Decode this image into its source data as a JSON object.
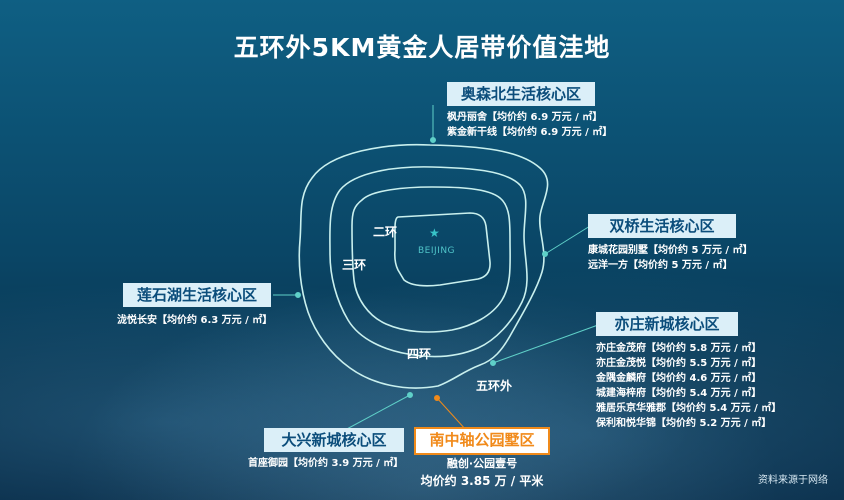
{
  "title": "五环外5KM黄金人居带价值洼地",
  "map": {
    "center_label": "BEIJING",
    "ring_labels": {
      "ring2": "二环",
      "ring3": "三环",
      "ring4": "四环",
      "outside5": "五环外"
    }
  },
  "zones": {
    "aosen": {
      "name": "奥森北生活核心区",
      "items": [
        "枫丹丽舍【均价约 6.9 万元 / ㎡】",
        "紫金新干线【均价约 6.9 万元 / ㎡】"
      ]
    },
    "shuangqiao": {
      "name": "双桥生活核心区",
      "items": [
        "康城花园别墅【均价约 5 万元 / ㎡】",
        "远洋一方【均价约 5 万元 / ㎡】"
      ]
    },
    "lianshihu": {
      "name": "莲石湖生活核心区",
      "items": [
        "泷悦长安【均价约 6.3 万元 / ㎡】"
      ]
    },
    "yizhuang": {
      "name": "亦庄新城核心区",
      "items": [
        "亦庄金茂府【均价约 5.8 万元 / ㎡】",
        "亦庄金茂悦【均价约 5.5 万元 / ㎡】",
        "金隅金麟府【均价约 4.6 万元 / ㎡】",
        "城建海梓府【均价约 5.4 万元 / ㎡】",
        "雅居乐京华雅郡【均价约 5.4 万元 / ㎡】",
        "保利和悦华锦【均价约 5.2 万元 / ㎡】"
      ]
    },
    "daxing": {
      "name": "大兴新城核心区",
      "items": [
        "首座御园【均价约 3.9 万元 / ㎡】"
      ]
    },
    "nanzhongzhou": {
      "name": "南中轴公园墅区",
      "project": "融创·公园壹号",
      "price": "均价约 3.85 万 / 平米"
    }
  },
  "source": "资料来源于网络",
  "colors": {
    "zone_box_bg": "#dbeff8",
    "zone_box_text": "#0b4d7b",
    "highlight_orange": "#f08a1a",
    "connector": "#5fd0c8"
  }
}
